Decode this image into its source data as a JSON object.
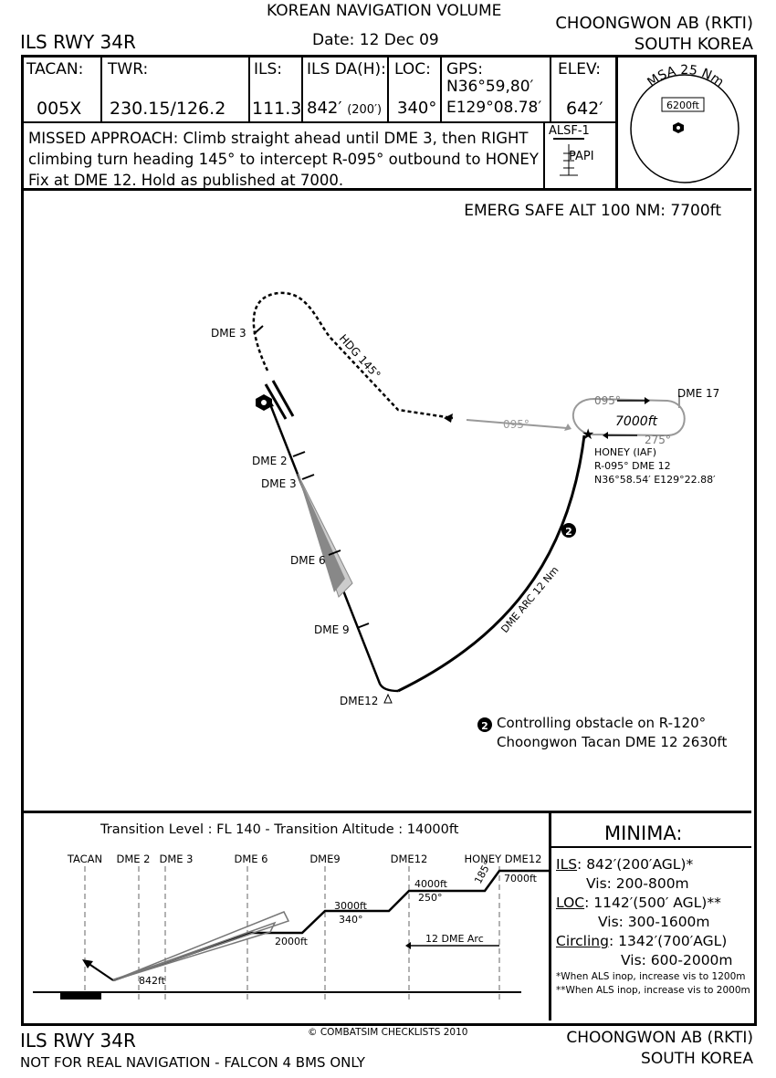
{
  "header": {
    "volume": "KOREAN NAVIGATION VOLUME",
    "date": "Date: 12 Dec 09",
    "procedure": "ILS RWY 34R",
    "airfield": "CHOONGWON AB (RKTI)",
    "country": "SOUTH KOREA"
  },
  "info": {
    "tacan_label": "TACAN:",
    "tacan_value": "005X",
    "twr_label": "TWR:",
    "twr_value": "230.15/126.2",
    "ils_label": "ILS:",
    "ils_value": "111.3",
    "ils_da_label": "ILS DA(H):",
    "ils_da_value": "842′",
    "ils_da_height": "(200′)",
    "loc_label": "LOC:",
    "loc_value": "340°",
    "gps_label": "GPS:",
    "gps_lat": "N36°59,80′",
    "gps_lon": "E129°08.78′",
    "elev_label": "ELEV:",
    "elev_value": "642′",
    "missed_approach": [
      "MISSED APPROACH: Climb straight ahead until DME 3, then RIGHT",
      "climbing turn heading 145° to intercept R-095° outbound to HONEY",
      "Fix at DME 12. Hold as published at 7000."
    ],
    "alsf": "ALSF-1",
    "papi": "PAPI",
    "msa_label": "MSA 25 Nm",
    "msa_alt": "6200ft"
  },
  "plan": {
    "emerg_safe_alt": "EMERG SAFE ALT 100 NM: 7700ft",
    "labels": {
      "dme3_missed": "DME 3",
      "hdg145": "HDG 145°",
      "r095": "095°",
      "hold_inbound": "095°",
      "hold_outbound": "275°",
      "hold_alt": "7000ft",
      "dme17": "DME 17",
      "honey1": "HONEY (IAF)",
      "honey2": "R-095° DME 12",
      "honey3": "N36°58.54′ E129°22.88′",
      "dme2": "DME 2",
      "dme3": "DME 3",
      "dme6": "DME 6",
      "dme9": "DME 9",
      "dme12": "DME12",
      "arc": "DME ARC 12 Nm",
      "obstacle_num": "2"
    },
    "obstacle_note": [
      "Controlling obstacle on R-120°",
      "Choongwon Tacan DME 12 2630ft"
    ]
  },
  "profile": {
    "transition": "Transition Level : FL 140  -  Transition Altitude : 14000ft",
    "fixes": [
      "TACAN",
      "DME 2",
      "DME 3",
      "DME 6",
      "DME9",
      "DME12",
      "HONEY DME12"
    ],
    "alt_842": "842ft",
    "alt_2000": "2000ft",
    "alt_3000": "3000ft",
    "hdg_340": "340°",
    "alt_4000": "4000ft",
    "hdg_250": "250°",
    "hdg_185": "185°",
    "alt_7000": "7000ft",
    "arc_label": "12 DME Arc"
  },
  "minima": {
    "title": "MINIMA:",
    "ils_label": "ILS",
    "ils_text": ": 842′(200′AGL)*",
    "ils_vis": "Vis: 200-800m",
    "loc_label": "LOC",
    "loc_text": ": 1142′(500′ AGL)**",
    "loc_vis": "Vis: 300-1600m",
    "circ_label": "Circling",
    "circ_text": ": 1342′(700′AGL)",
    "circ_vis": "Vis: 600-2000m",
    "note1": "*When ALS inop, increase vis to 1200m",
    "note2": "**When ALS inop, increase vis to 2000m"
  },
  "footer": {
    "procedure": "ILS RWY 34R",
    "disclaimer": "NOT FOR REAL NAVIGATION - FALCON 4 BMS ONLY",
    "copyright": "© COMBATSIM CHECKLISTS 2010",
    "airfield": "CHOONGWON AB (RKTI)",
    "country": "SOUTH KOREA"
  }
}
